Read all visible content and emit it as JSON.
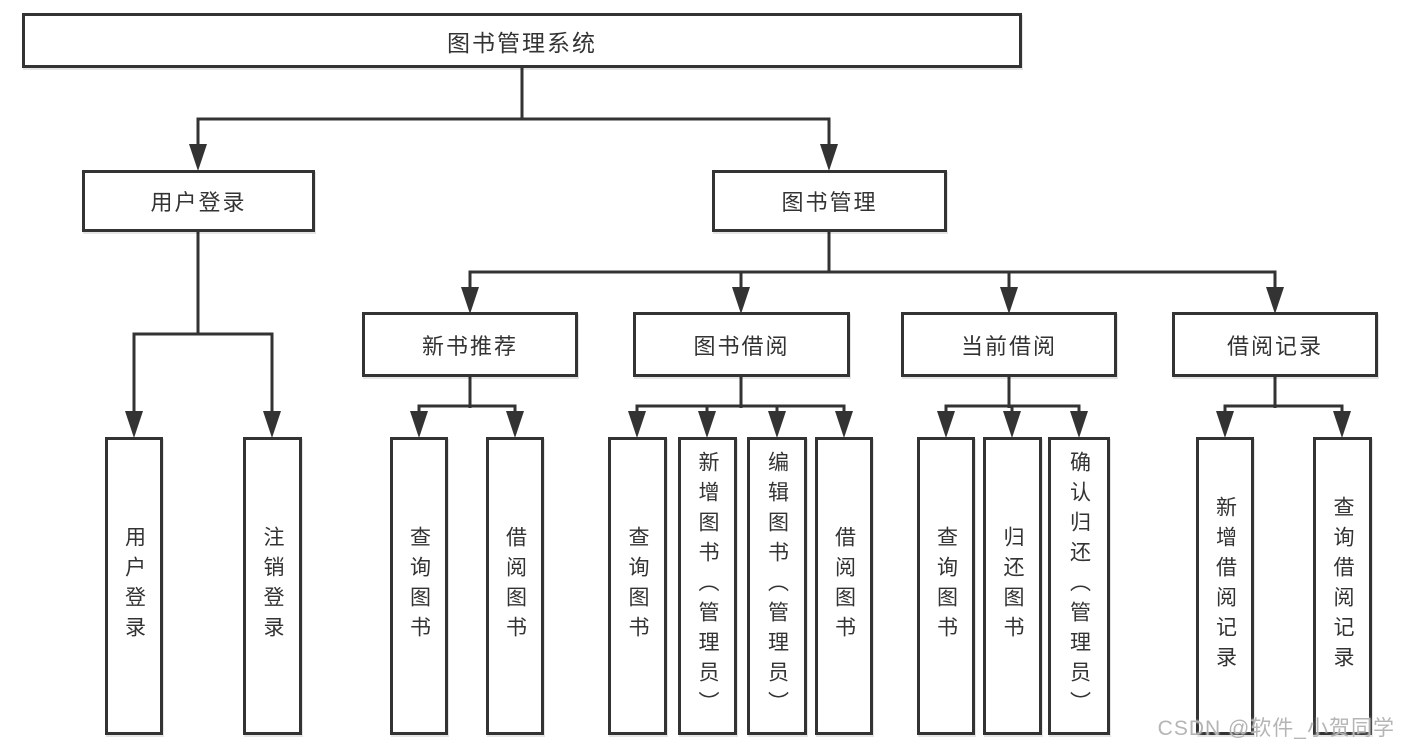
{
  "nodes": {
    "root": "图书管理系统",
    "login": "用户登录",
    "manage": "图书管理",
    "recommend": "新书推荐",
    "borrow": "图书借阅",
    "current": "当前借阅",
    "records": "借阅记录"
  },
  "leaves": {
    "login": [
      "用户登录",
      "注销登录"
    ],
    "recommend": [
      "查询图书",
      "借阅图书"
    ],
    "borrow": [
      "查询图书",
      "新增图书（管理员）",
      "编辑图书（管理员）",
      "借阅图书"
    ],
    "current": [
      "查询图书",
      "归还图书",
      "确认归还（管理员）"
    ],
    "records": [
      "新增借阅记录",
      "查询借阅记录"
    ]
  },
  "watermark": "CSDN @软件_小贺同学",
  "colors": {
    "line": "#333333",
    "text": "#333333",
    "box_background": "#ffffff",
    "watermark": "#b5b5b5"
  }
}
